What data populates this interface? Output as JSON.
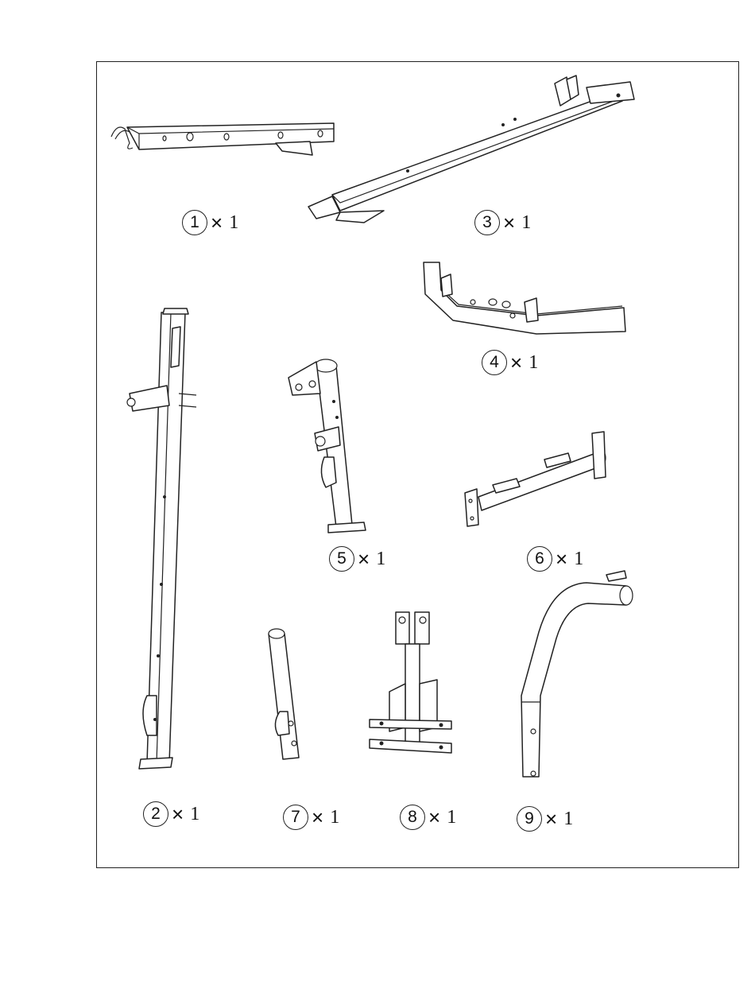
{
  "parts": [
    {
      "number": "1",
      "times": "×",
      "qty": "1"
    },
    {
      "number": "3",
      "times": "×",
      "qty": "1"
    },
    {
      "number": "4",
      "times": "×",
      "qty": "1"
    },
    {
      "number": "5",
      "times": "×",
      "qty": "1"
    },
    {
      "number": "6",
      "times": "×",
      "qty": "1"
    },
    {
      "number": "2",
      "times": "×",
      "qty": "1"
    },
    {
      "number": "7",
      "times": "×",
      "qty": "1"
    },
    {
      "number": "8",
      "times": "×",
      "qty": "1"
    },
    {
      "number": "9",
      "times": "×",
      "qty": "1"
    }
  ]
}
